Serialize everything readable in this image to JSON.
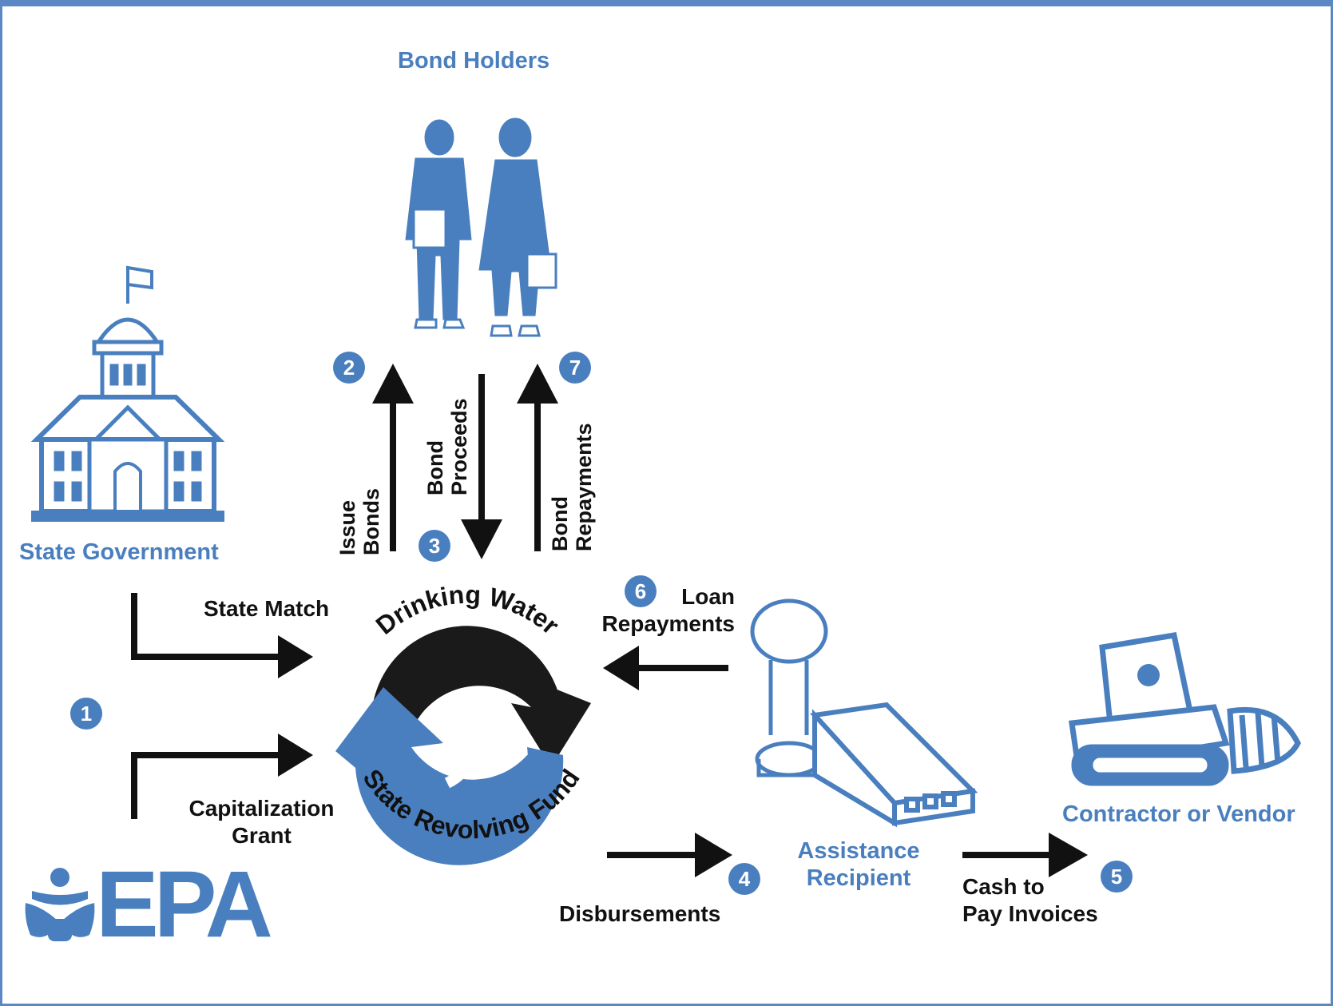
{
  "nodes": {
    "bond_holders": "Bond Holders",
    "state_government": "State Government",
    "contractor": "Contractor or Vendor",
    "assistance_recipient_line1": "Assistance",
    "assistance_recipient_line2": "Recipient",
    "epa_logo": "EPA"
  },
  "fund": {
    "top_text": "Drinking Water",
    "bottom_text": "State Revolving Fund"
  },
  "flows": {
    "issue_bonds_line1": "Issue",
    "issue_bonds_line2": "Bonds",
    "bond_proceeds_line1": "Bond",
    "bond_proceeds_line2": "Proceeds",
    "bond_repayments_line1": "Bond",
    "bond_repayments_line2": "Repayments",
    "state_match": "State Match",
    "capitalization_line1": "Capitalization",
    "capitalization_line2": "Grant",
    "loan_repayments_line1": "Loan",
    "loan_repayments_line2": "Repayments",
    "disbursements": "Disbursements",
    "cash_line1": "Cash to",
    "cash_line2": "Pay Invoices"
  },
  "steps": [
    "1",
    "2",
    "3",
    "4",
    "5",
    "6",
    "7"
  ],
  "colors": {
    "accent": "#4a7fbf",
    "arrow": "#111111",
    "fund_black": "#1a1a1a"
  },
  "icons": [
    "capitol-building-icon",
    "bond-holders-people-icon",
    "water-tower-icon",
    "treatment-plant-icon",
    "bulldozer-icon",
    "epa-logo-icon",
    "revolving-fund-cycle-icon"
  ]
}
